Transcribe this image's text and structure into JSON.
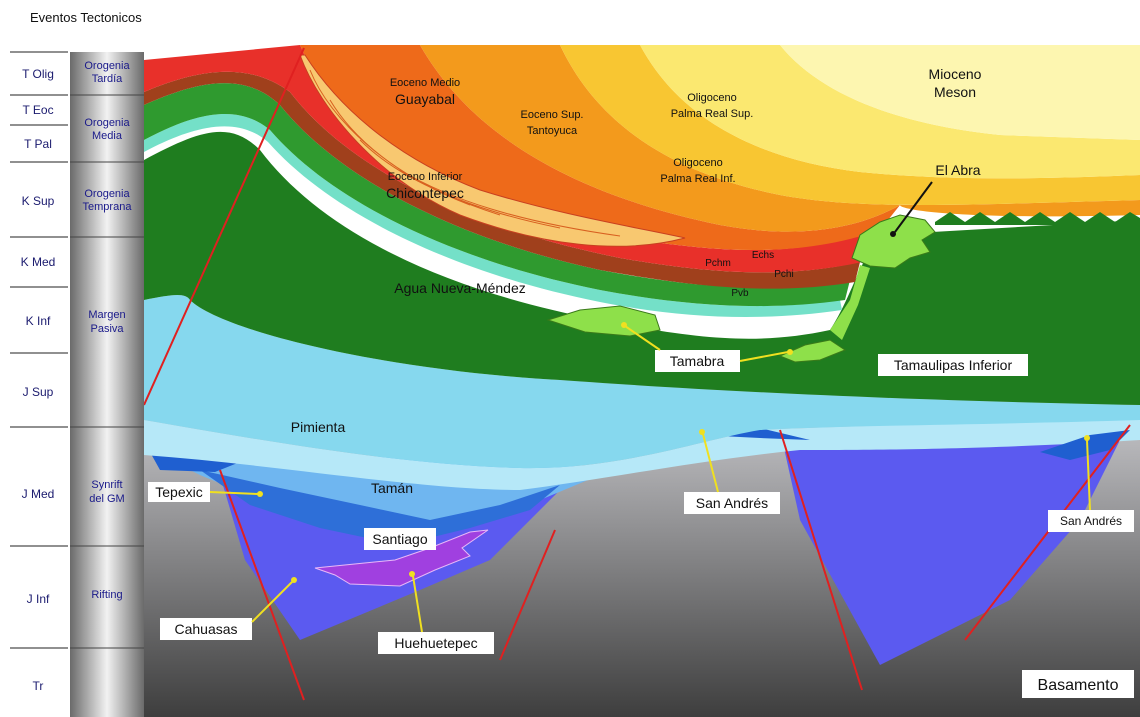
{
  "title": "Eventos Tectonicos",
  "age_column": {
    "labels": [
      "T Olig",
      "T Eoc",
      "T Pal",
      "K Sup",
      "K Med",
      "K Inf",
      "J Sup",
      "J Med",
      "J Inf",
      "Tr"
    ]
  },
  "events_column": {
    "events": [
      {
        "line1": "Orogenia",
        "line2": "Tardía"
      },
      {
        "line1": "Orogenia",
        "line2": "Media"
      },
      {
        "line1": "Orogenia",
        "line2": "Temprana"
      },
      {
        "line1": "Margen",
        "line2": "Pasiva"
      },
      {
        "line1": "Synrift",
        "line2": "del GM"
      },
      {
        "line1": "Rifting",
        "line2": ""
      }
    ]
  },
  "formations": {
    "eoceno_medio": {
      "line1": "Eoceno Medio",
      "line2": "Guayabal"
    },
    "eoceno_sup": {
      "line1": "Eoceno Sup.",
      "line2": "Tantoyuca"
    },
    "oligoceno_sup": {
      "line1": "Oligoceno",
      "line2": "Palma Real Sup."
    },
    "mioceno": {
      "line1": "Mioceno",
      "line2": "Meson"
    },
    "eoceno_inferior": {
      "line1": "Eoceno Inferior",
      "line2": "Chicontepec"
    },
    "oligoceno_inf": {
      "line1": "Oligoceno",
      "line2": "Palma Real Inf."
    },
    "el_abra": "El Abra",
    "pchm": "Pchm",
    "echs": "Echs",
    "pchi": "Pchi",
    "pvb": "Pvb",
    "agua_nueva": "Agua Nueva-Méndez",
    "tamabra": "Tamabra",
    "tamaulipas": "Tamaulipas Inferior",
    "pimienta": "Pimienta",
    "tepexic": "Tepexic",
    "taman": "Tamán",
    "santiago": "Santiago",
    "san_andres_1": "San Andrés",
    "san_andres_2": "San Andrés",
    "cahuasas": "Cahuasas",
    "huehuetepec": "Huehuetepec",
    "basamento": "Basamento"
  },
  "colors": {
    "mioceno": "#fdf6b0",
    "oligoceno_sup": "#fbe870",
    "oligoceno_inf": "#f8c632",
    "eoceno": "#f39a1c",
    "paleoceno": "#ee6a1a",
    "red_unit": "#e8302a",
    "k_sup_green": "#2f9a2f",
    "k_med_cyan": "#74e0c8",
    "k_inf_green": "#1f7d1f",
    "reef": "#8ee04a",
    "j_sup_cyan": "#86d8ee",
    "pimienta": "#b6e8f8",
    "taman": "#6fb6f0",
    "tepexic": "#1f5fd0",
    "cahuasas": "#5b5af0",
    "huehuetepec": "#a040e0",
    "basement_top": "#c8c8cc",
    "basement_bottom": "#4a4a4a",
    "fault": "#e02020",
    "leader": "#f0e020"
  }
}
